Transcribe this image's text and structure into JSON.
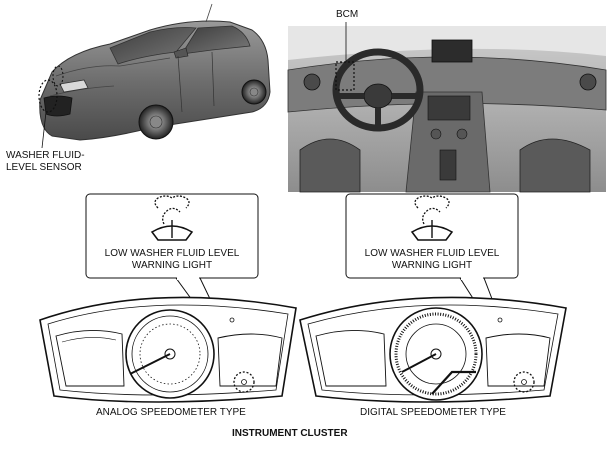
{
  "labels": {
    "washer_sensor_line1": "WASHER FLUID-",
    "washer_sensor_line2": "LEVEL SENSOR",
    "bcm": "BCM",
    "warning_left_line1": "LOW WASHER FLUID LEVEL",
    "warning_left_line2": "WARNING LIGHT",
    "warning_right_line1": "LOW WASHER FLUID LEVEL",
    "warning_right_line2": "WARNING LIGHT",
    "analog_type": "ANALOG SPEEDOMETER TYPE",
    "digital_type": "DIGITAL SPEEDOMETER TYPE",
    "caption": "INSTRUMENT CLUSTER"
  },
  "icons": {
    "warning_symbol": "washer-fluid-level-icon"
  }
}
